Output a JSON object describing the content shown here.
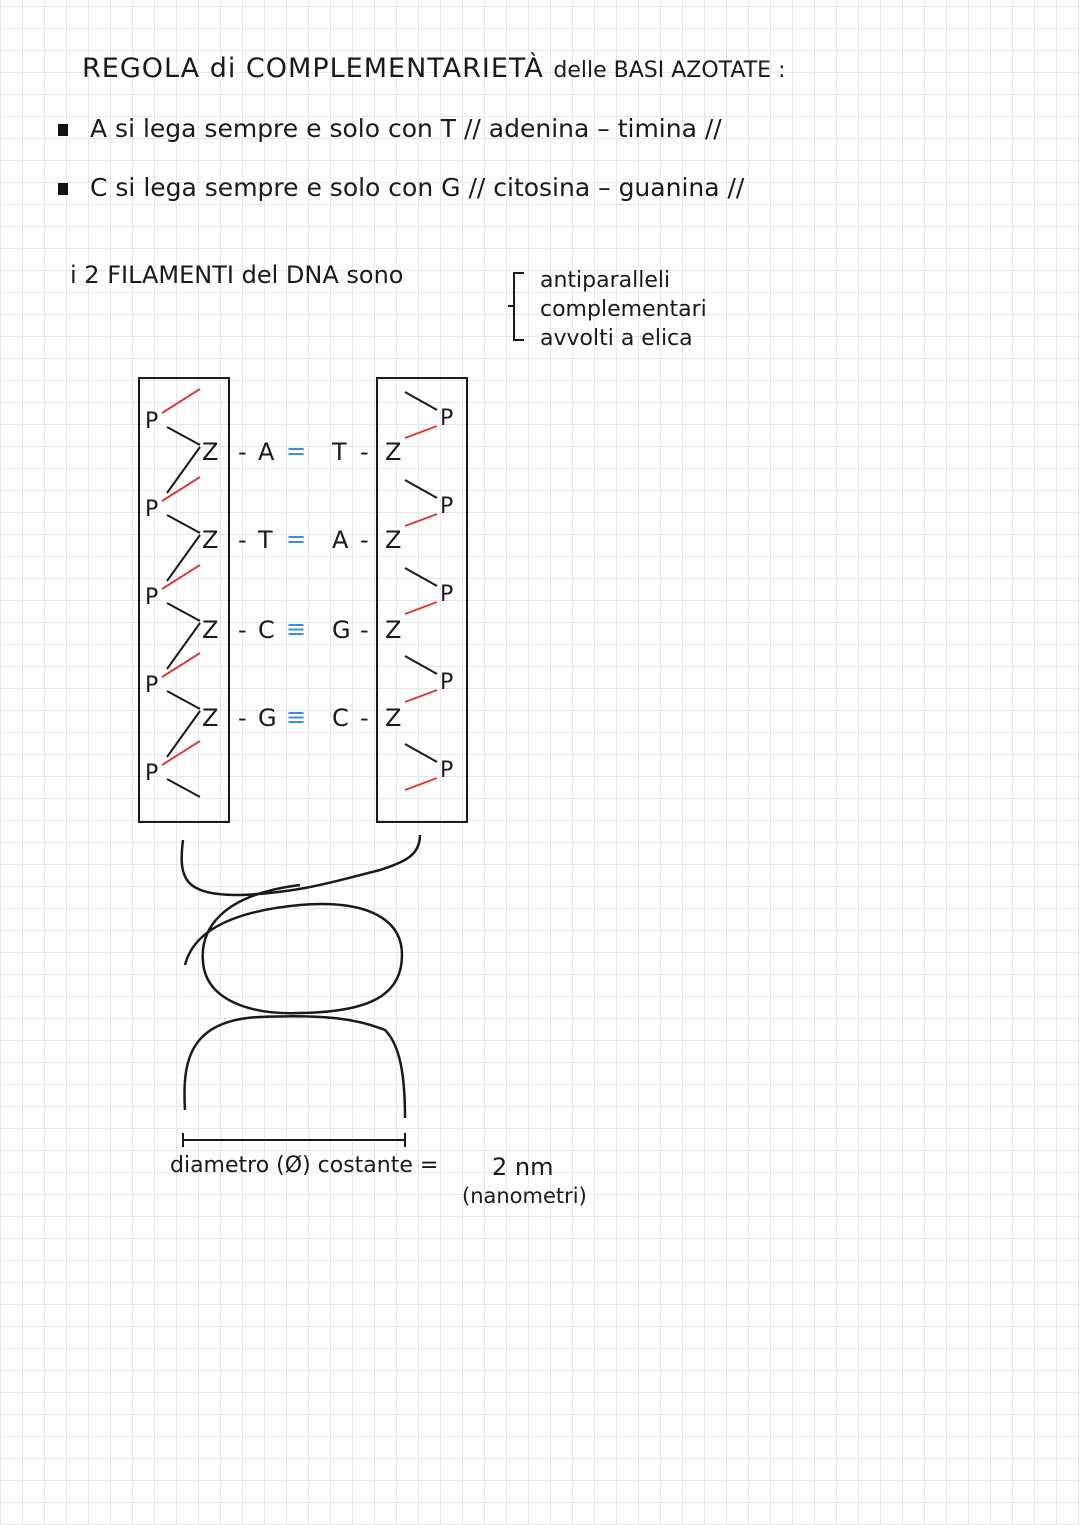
{
  "title": {
    "main": "REGOLA di COMPLEMENTARIETÀ",
    "rest": "delle BASI AZOTATE :"
  },
  "rules": [
    {
      "text": "A si lega sempre e solo con T // adenina – timina //"
    },
    {
      "text": "C si lega sempre e solo con G // citosina – guanina //"
    }
  ],
  "strands_intro": "i 2 FILAMENTI del DNA sono",
  "properties": [
    "antiparalleli",
    "complementari",
    "avvolti a elica"
  ],
  "diagram": {
    "phosphate_label": "P",
    "sugar_label": "Z",
    "pairs": [
      {
        "left": "A",
        "bond": "=",
        "right": "T"
      },
      {
        "left": "T",
        "bond": "=",
        "right": "A"
      },
      {
        "left": "C",
        "bond": "≡",
        "right": "G"
      },
      {
        "left": "G",
        "bond": "≡",
        "right": "C"
      }
    ],
    "colors": {
      "strand_backbone": "#e03a3a",
      "hydrogen_bond": "#3a8fe0",
      "ink": "#1a1a1a"
    }
  },
  "diameter": {
    "label": "diametro (Ø) costante =",
    "value": "2 nm",
    "unit_note": "(nanometri)"
  }
}
